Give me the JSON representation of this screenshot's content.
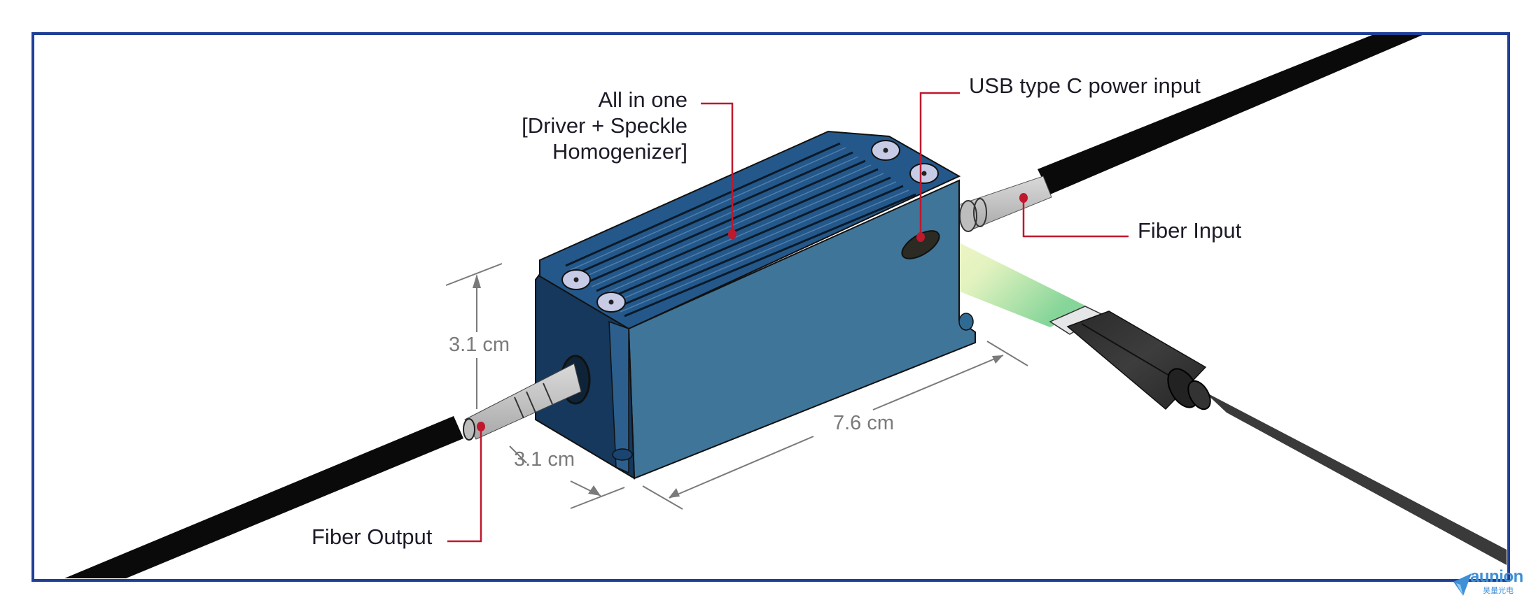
{
  "figure": {
    "title_lines": [
      "All in one",
      "[Driver + Speckle",
      "Homogenizer]"
    ],
    "callouts": {
      "usb": "USB type C power input",
      "fiber_input": "Fiber Input",
      "fiber_output": "Fiber Output"
    },
    "dimensions": {
      "height": "3.1 cm",
      "width": "3.1 cm",
      "length": "7.6 cm"
    }
  },
  "colors": {
    "frame": "#1f3f97",
    "callout_line": "#c0182c",
    "dimension": "#7a7a7a",
    "body_top": "#24588a",
    "body_front": "#15385c",
    "body_side": "#3f7599",
    "cable": "#0a0a0a",
    "usb_cable": "#3a3a3a",
    "beam_start": "#f6f7c4",
    "beam_end": "#7fd394",
    "logo": "#3f8fd6"
  },
  "logo": {
    "wordmark": "aunion",
    "subtitle": "昊量光电"
  }
}
